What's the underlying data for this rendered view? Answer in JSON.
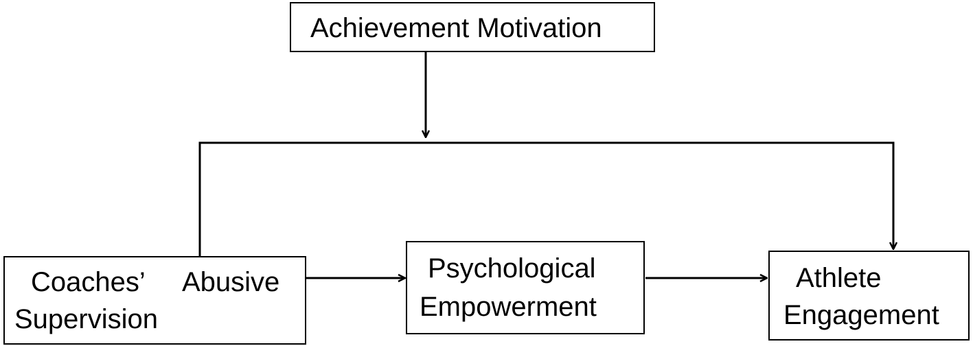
{
  "diagram": {
    "nodes": {
      "achievement_motivation": {
        "label": "Achievement Motivation"
      },
      "coaches_abusive_supervision": {
        "label_line1_a": "Coaches’",
        "label_line1_b": "Abusive",
        "label_line2": "Supervision"
      },
      "psychological_empowerment": {
        "label_line1": "Psychological",
        "label_line2": "Empowerment"
      },
      "athlete_engagement": {
        "label_line1": "Athlete",
        "label_line2": "Engagement"
      }
    },
    "edges": [
      {
        "from": "coaches_abusive_supervision",
        "to": "psychological_empowerment"
      },
      {
        "from": "psychological_empowerment",
        "to": "athlete_engagement"
      },
      {
        "from": "coaches_abusive_supervision",
        "to": "athlete_engagement"
      },
      {
        "from": "achievement_motivation",
        "to": "coaches_abusive_supervision->athlete_engagement",
        "kind": "moderation"
      }
    ],
    "colors": {
      "stroke": "#000000",
      "background": "#ffffff"
    }
  }
}
